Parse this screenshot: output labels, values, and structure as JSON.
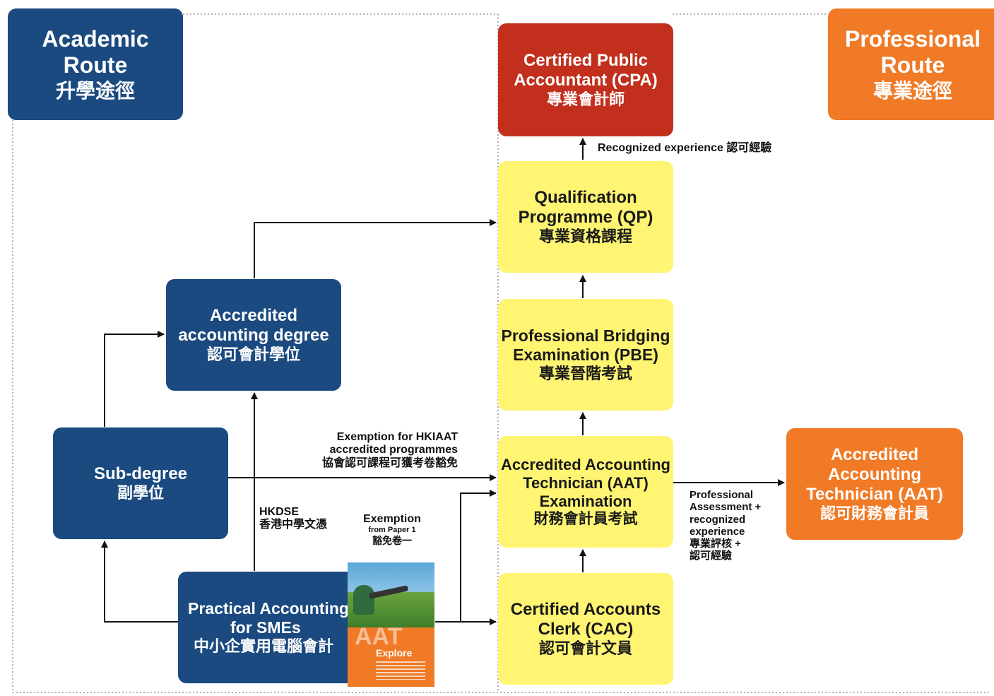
{
  "academic_route": {
    "line1": "Academic",
    "line2": "Route",
    "line3": "升學途徑"
  },
  "professional_route": {
    "line1": "Professional",
    "line2": "Route",
    "line3": "專業途徑"
  },
  "cpa": {
    "line1": "Certified Public",
    "line2": "Accountant (CPA)",
    "line3": "專業會計師"
  },
  "qp": {
    "line1": "Qualification",
    "line2": "Programme (QP)",
    "line3": "專業資格課程"
  },
  "pbe": {
    "line1": "Professional Bridging",
    "line2": "Examination (PBE)",
    "line3": "專業晉階考試"
  },
  "aat_exam": {
    "line1": "Accredited Accounting",
    "line2": "Technician (AAT)",
    "line3": "Examination",
    "line4": "財務會計員考試"
  },
  "cac": {
    "line1": "Certified Accounts",
    "line2": "Clerk (CAC)",
    "line3": "認可會計文員"
  },
  "aat": {
    "line1": "Accredited",
    "line2": "Accounting",
    "line3": "Technician (AAT)",
    "line4": "認可財務會計員"
  },
  "degree": {
    "line1": "Accredited",
    "line2": "accounting degree",
    "line3": "認可會計學位"
  },
  "subdegree": {
    "line1": "Sub-degree",
    "line2": "副學位"
  },
  "practical": {
    "line1": "Practical Accounting",
    "line2": "for SMEs",
    "line3": "中小企實用電腦會計"
  },
  "brochure": {
    "logo": "AAT",
    "word": "Explore"
  },
  "labels": {
    "recognized": "Recognized experience 認可經驗",
    "exemption_hkiaat": [
      "Exemption for HKIAAT",
      "accredited programmes",
      "協會認可課程可獲考卷豁免"
    ],
    "hkdse": [
      "HKDSE",
      "香港中學文憑"
    ],
    "exemption_paper": [
      "Exemption",
      "from Paper 1",
      "豁免卷一"
    ],
    "prof_assess": [
      "Professional",
      "Assessment +",
      "recognized",
      "experience",
      "專業評核 +",
      "認可經驗"
    ]
  },
  "colors": {
    "blue": "#1b4a80",
    "yellow": "#fff573",
    "orange": "#f07a26",
    "red": "#c22f1d"
  }
}
